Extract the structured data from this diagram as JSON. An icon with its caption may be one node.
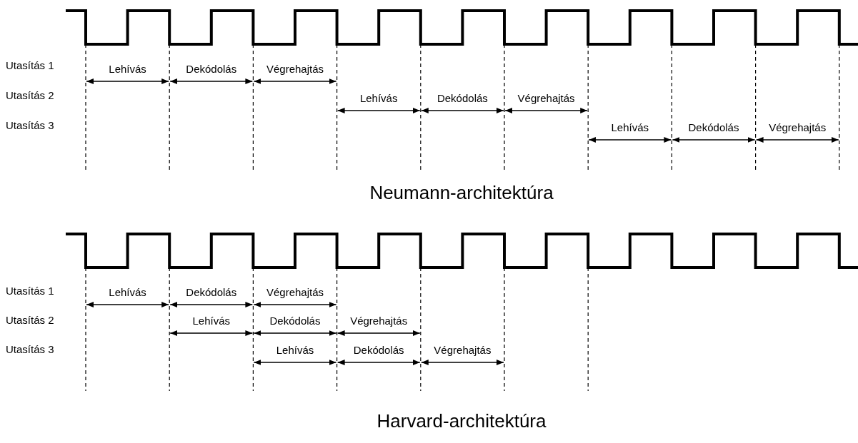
{
  "diagram": {
    "labels": [
      "Utasítás 1",
      "Lehívás",
      "Dekódolás",
      "Végrehajtás",
      "Utasítás 2",
      "Lehívás",
      "Dekódolás",
      "Végrehajtás",
      "Utasítás 3",
      "Lehívás",
      "Dekódolás",
      "Végrehajtás",
      "Neumann-architektúra",
      "Utasítás 1",
      "Lehívás",
      "Dekódolás",
      "Végrehajtás",
      "Utasítás 2",
      "Lehívás",
      "Dekódolás",
      "Végrehajtás",
      "Utasítás 3",
      "Lehívás",
      "Dekódolás",
      "Végrehajtás",
      "Harvard-architektúra"
    ]
  }
}
